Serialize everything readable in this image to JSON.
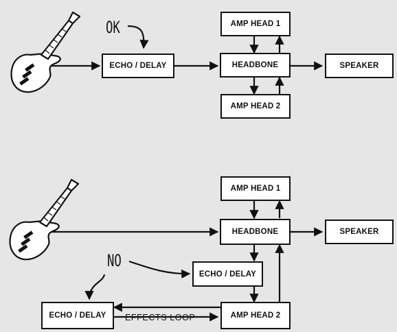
{
  "top_chain": {
    "note": "OK",
    "echo_delay": "ECHO / DELAY",
    "headbone": "HEADBONE",
    "speaker": "SPEAKER",
    "amp_head_1": "AMP HEAD 1",
    "amp_head_2": "AMP HEAD 2"
  },
  "bottom_chain": {
    "amp_head_1": "AMP HEAD 1",
    "headbone": "HEADBONE",
    "speaker": "SPEAKER",
    "note": "NO",
    "echo_delay_mid": "ECHO / DELAY",
    "echo_delay_left": "ECHO / DELAY",
    "effects_loop": "EFFECTS LOOP",
    "amp_head_2": "AMP HEAD 2"
  },
  "icons": {
    "guitar": "electric-guitar-icon",
    "arrow": "arrow-icon"
  },
  "colors": {
    "background": "#e6e6e6",
    "ink": "#111111",
    "box_fill": "#ffffff"
  }
}
